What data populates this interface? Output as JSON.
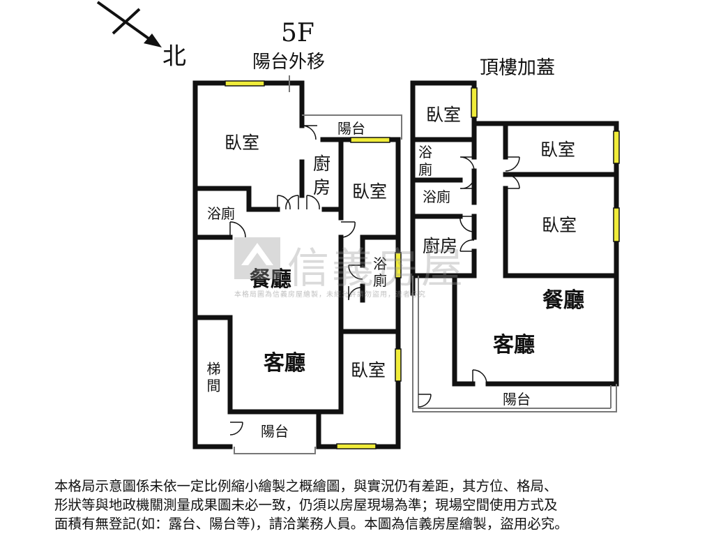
{
  "compass": {
    "north_label": "北"
  },
  "floor5": {
    "title": "5F",
    "balcony_note": "陽台外移",
    "rooms": {
      "bedroom_top": "臥室",
      "kitchen_top": "廚",
      "kitchen_bottom": "房",
      "balcony_top": "陽台",
      "bedroom_mid": "臥室",
      "bath_left": "浴廁",
      "bath_right_1": "浴",
      "bath_right_2": "廁",
      "dining": "餐廳",
      "living": "客廳",
      "stair": "梯間",
      "bedroom_bottom": "臥室",
      "balcony_bottom": "陽台"
    }
  },
  "rooftop": {
    "title": "頂樓加蓋",
    "rooms": {
      "bedroom_a": "臥室",
      "bath_a_1": "浴",
      "bath_a_2": "廁",
      "bath_b": "浴廁",
      "kitchen": "廚房",
      "bedroom_b": "臥室",
      "bedroom_c": "臥室",
      "dining": "餐廳",
      "living": "客廳",
      "balcony": "陽台"
    }
  },
  "watermark": {
    "brand": "信義房屋",
    "small_text": "本格局圖為信義房屋繪製，未經允許請勿盜用，違者必究"
  },
  "disclaimer": {
    "line1": "本格局示意圖係未依一定比例縮小繪製之概繪圖，與實況仍有差距，其方位、格局、",
    "line2": "形狀等與地政機關測量成果圖未必一致，仍須以房屋現場為準；現場空間使用方式及",
    "line3": "面積有無登記(如：露台、陽台等)，請洽業務人員。本圖為信義房屋繪製，盜用必究。"
  },
  "colors": {
    "wall": "#111111",
    "window": "#f0ec3a",
    "thin_line": "#777777"
  }
}
